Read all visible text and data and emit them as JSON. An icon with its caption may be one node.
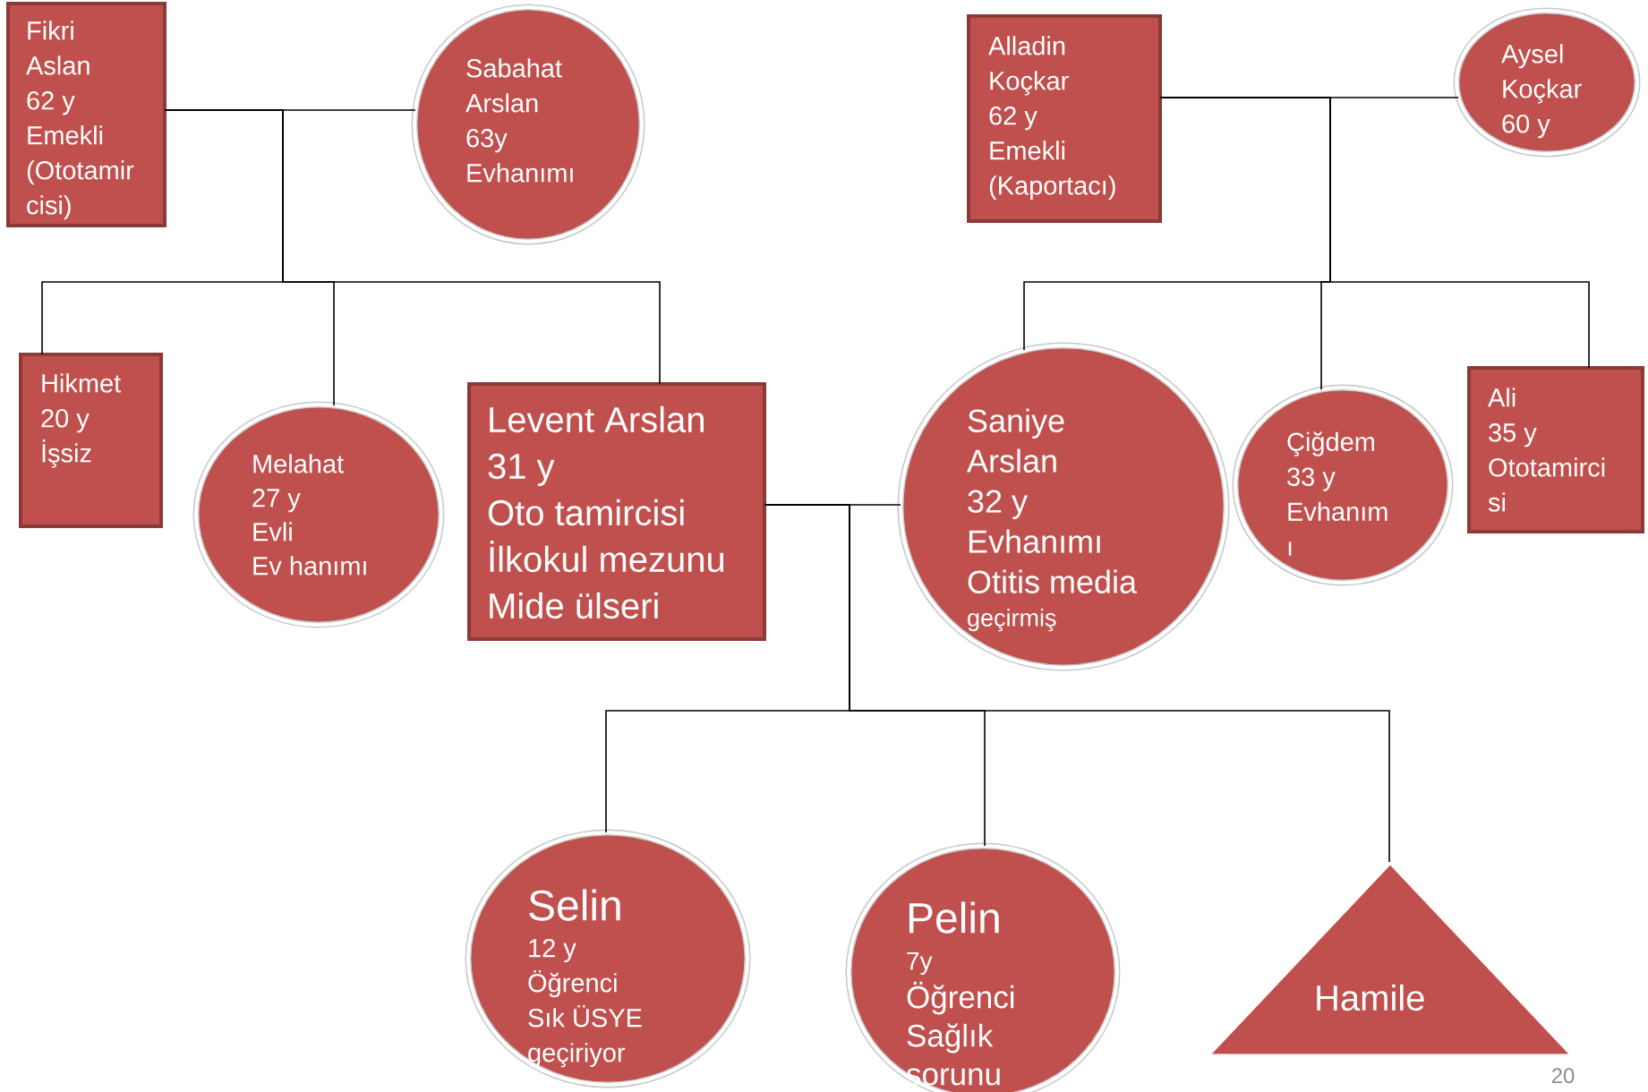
{
  "diagram": {
    "nodes": [
      {
        "text": [
          "Fikri",
          "Aslan",
          "62 y",
          "Emekli",
          "(Ototamir cisi)"
        ]
      },
      {
        "text": [
          "Sabahat",
          "Arslan",
          "63y",
          "Evhanımı"
        ]
      },
      {
        "text": [
          "Alladin",
          "Koçkar",
          "62 y",
          "Emekli",
          "(Kaportacı)"
        ]
      },
      {
        "text": [
          "Aysel",
          "Koçkar",
          "60 y"
        ]
      },
      {
        "text": [
          "Hikmet",
          "20 y",
          "İşsiz"
        ]
      },
      {
        "text": [
          "Melahat",
          "27 y",
          "Evli",
          "Ev hanımı"
        ]
      },
      {
        "text": [
          "Levent Arslan",
          "31 y",
          "Oto tamircisi",
          "İlkokul mezunu",
          "Mide ülseri"
        ]
      },
      {
        "text": [
          "Saniye",
          "Arslan",
          "32 y",
          "Evhanımı",
          "Otitis media",
          "geçirmiş"
        ]
      },
      {
        "text": [
          "Çiğdem",
          "33 y",
          "Evhanım ı"
        ]
      },
      {
        "text": [
          "Ali",
          "35 y",
          "Ototamirci si"
        ]
      },
      {
        "text": [
          "Selin",
          "12 y",
          "Öğrenci",
          "Sık ÜSYE geçiriyor"
        ]
      },
      {
        "text": [
          "Pelin",
          "7y",
          "Öğrenci",
          "Sağlık sorunu"
        ]
      },
      {
        "text": [
          "Hamile"
        ]
      }
    ],
    "edges": [
      {
        "from": 0,
        "to": 1,
        "arrow": "none"
      },
      {
        "from": 2,
        "to": 3,
        "arrow": "none"
      },
      {
        "from": 6,
        "to": 7,
        "arrow": "none"
      },
      {
        "from": 0,
        "to": 4,
        "arrow": "none"
      },
      {
        "from": 0,
        "to": 5,
        "arrow": "none"
      },
      {
        "from": 0,
        "to": 6,
        "arrow": "none"
      },
      {
        "from": 2,
        "to": 7,
        "arrow": "none"
      },
      {
        "from": 2,
        "to": 8,
        "arrow": "none"
      },
      {
        "from": 2,
        "to": 9,
        "arrow": "none"
      },
      {
        "from": 6,
        "to": 10,
        "arrow": "none"
      },
      {
        "from": 6,
        "to": 11,
        "arrow": "none"
      },
      {
        "from": 6,
        "to": 12,
        "arrow": "none"
      }
    ],
    "labels": [
      "20"
    ]
  }
}
